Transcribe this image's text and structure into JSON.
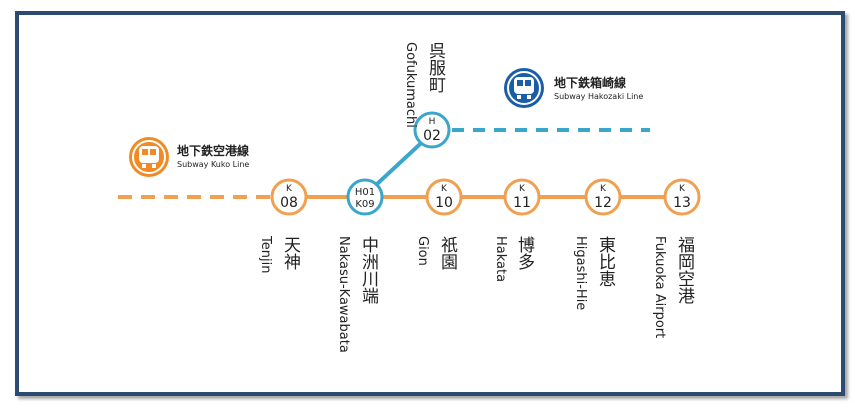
{
  "colors": {
    "kuko": "#f0a050",
    "hakozaki": "#3aa6cc",
    "frame": "#2c4a72",
    "train_blue": "#1a5ea8",
    "train_orange": "#f08a24"
  },
  "legends": {
    "kuko": {
      "ja": "地下鉄空港線",
      "en": "Subway Kuko Line",
      "icon": "train-icon-orange"
    },
    "hakozaki": {
      "ja": "地下鉄箱崎線",
      "en": "Subway Hakozaki Line",
      "icon": "train-icon-blue"
    }
  },
  "stations": {
    "tenjin": {
      "line": "K",
      "num": "08",
      "ja": "天神",
      "en": "Tenjin"
    },
    "nakasu": {
      "line_a": "H01",
      "line_b": "K09",
      "ja": "中洲川端",
      "en": "Nakasu-Kawabata"
    },
    "gion": {
      "line": "K",
      "num": "10",
      "ja": "祇園",
      "en": "Gion"
    },
    "hakata": {
      "line": "K",
      "num": "11",
      "ja": "博多",
      "en": "Hakata"
    },
    "higashihie": {
      "line": "K",
      "num": "12",
      "ja": "東比恵",
      "en": "Higashi-Hie"
    },
    "fukuoka_airport": {
      "line": "K",
      "num": "13",
      "ja": "福岡空港",
      "en": "Fukuoka Airport"
    },
    "gofukumachi": {
      "line": "H",
      "num": "02",
      "ja": "呉服町",
      "en": "Gofukumachi"
    }
  }
}
